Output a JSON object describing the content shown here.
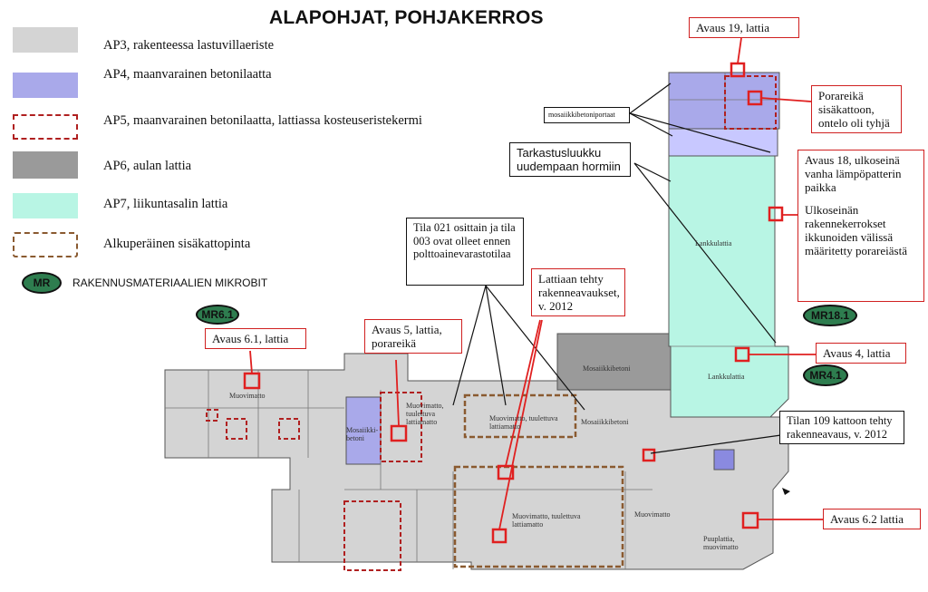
{
  "title": "ALAPOHJAT, POHJAKERROS",
  "colors": {
    "ap3": "#d4d4d4",
    "ap4": "#a9a9ea",
    "ap5_border": "#b02020",
    "ap6": "#9a9a9a",
    "ap7": "#b8f5e4",
    "original_ceiling": "#8a5a30",
    "mr_badge": "#2e7d4f",
    "callout": "#d02020"
  },
  "legend": {
    "ap3": "AP3, rakenteessa lastuvillaeriste",
    "ap4": "AP4, maanvarainen betonilaatta",
    "ap5": "AP5, maanvarainen betonilaatta, lattiassa kosteuseristekermi",
    "ap6": "AP6, aulan lattia",
    "ap7": "AP7, liikuntasalin lattia",
    "original": "Alkuperäinen sisäkattopinta",
    "mr_symbol": "MR",
    "mr": "RAKENNUSMATERIAALIEN MIKROBIT"
  },
  "badges": {
    "mr61": "MR6.1",
    "mr181": "MR18.1",
    "mr41": "MR4.1"
  },
  "notes": {
    "avaus19": "Avaus 19, lattia",
    "porareika": "Porareikä sisäkattoon, ontelo oli tyhjä",
    "mosaiikkiportaat": "mosaiikkibetoniportaat",
    "tarkastus": "Tarkastusluukku uudempaan hormiin",
    "avaus18": "Avaus 18, ulkoseinä vanha lämpöpatterin paikka",
    "ulkoseina": "Ulkoseinän rakennekerrokset ikkunoiden välissä määritetty porareiästä",
    "tila021": "Tila 021 osittain ja tila 003 ovat olleet ennen polttoainevarastotilaa",
    "lattiaan": "Lattiaan tehty rakenneavaukset, v. 2012",
    "avaus61": "Avaus 6.1, lattia",
    "avaus5": "Avaus 5, lattia, porareikä",
    "avaus4": "Avaus 4, lattia",
    "tila109": "Tilan 109 kattoon tehty rakenneavaus, v. 2012",
    "avaus62": "Avaus 6.2 lattia"
  },
  "plan_labels": {
    "muovimatto1": "Muovimatto",
    "mosaiikki_betoni": "Mosaiikki-betoni",
    "muovimatto_tuul1": "Muovimatto, tuulettuva lattiamatto",
    "muovimatto_tuul2": "Muovimatto, tuulettuva lattiamatto",
    "mosaiikkibetoni1": "Mosaiikkibetoni",
    "mosaiikkibetoni2": "Mosaiikkibetoni",
    "muovimatto_tuul3": "Muovimatto, tuulettuva lattiamatto",
    "muovimatto2": "Muovimatto",
    "puuplattia": "Puuplattia, muovimatto",
    "lankkulattia1": "Lankkulattia",
    "lankkulattia2": "Lankkulattia"
  }
}
